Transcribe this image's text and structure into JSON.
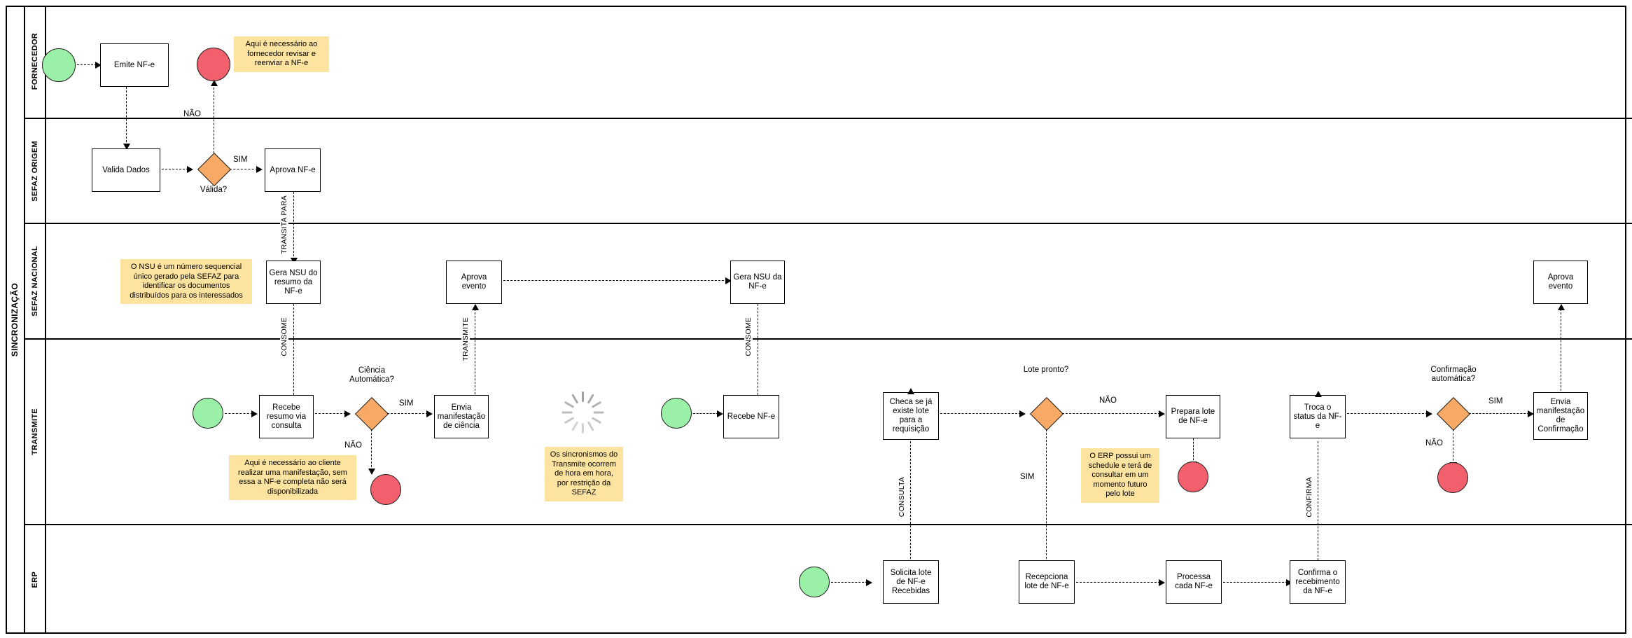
{
  "pool": {
    "label": "SINCRONIZAÇÃO"
  },
  "lanes": [
    {
      "id": "fornecedor",
      "label": "FORNECEDOR"
    },
    {
      "id": "sefaz-origem",
      "label": "SEFAZ ORIGEM"
    },
    {
      "id": "sefaz-nacional",
      "label": "SEFAZ NACIONAL"
    },
    {
      "id": "transmite",
      "label": "TRANSMITE"
    },
    {
      "id": "erp",
      "label": "ERP"
    }
  ],
  "tasks": {
    "emite_nfe": "Emite NF-e",
    "valida_dados": "Valida Dados",
    "aprova_nfe": "Aprova NF-e",
    "gera_nsu_resumo": "Gera NSU do resumo da NF-e",
    "aprova_evento_1": "Aprova evento",
    "gera_nsu_nfe": "Gera NSU da NF-e",
    "aprova_evento_2": "Aprova evento",
    "recebe_resumo": "Recebe resumo via consulta",
    "envia_manif_ciencia": "Envia manifestação de ciência",
    "recebe_nfe": "Recebe NF-e",
    "checa_lote": "Checa se já existe lote para a requisição",
    "prepara_lote": "Prepara lote de NF-e",
    "troca_status": "Troca o status da NF-e",
    "envia_manif_confirmacao": "Envia manifestação de Confirmação",
    "solicita_lote": "Solicita lote de NF-e Recebidas",
    "recepciona_lote": "Recepciona lote de NF-e",
    "processa_nfe": "Processa cada NF-e",
    "confirma_recebimento": "Confirma o recebimento da NF-e"
  },
  "gateways": {
    "valida": "Válida?",
    "ciencia_automatica": "Ciência Automática?",
    "lote_pronto": "Lote pronto?",
    "confirmacao_automatica": "Confirmação automática?"
  },
  "flow_labels": {
    "nao_1": "NÃO",
    "sim_1": "SIM",
    "transita_para": "TRANSITA PARA",
    "consome_1": "CONSOME",
    "transmite_1": "TRANSMITE",
    "consome_2": "CONSOME",
    "sim_2": "SIM",
    "nao_2": "NÃO",
    "consulta": "CONSULTA",
    "sim_3": "SIM",
    "nao_3": "NÃO",
    "confirma": "CONFIRMA",
    "sim_4": "SIM",
    "nao_4": "NÃO"
  },
  "notes": {
    "note_fornecedor": "Aqui é necessário ao fornecedor revisar e reenviar a NF-e",
    "note_nsu": "O NSU é um número sequencial único gerado pela SEFAZ para identificar os documentos distribuídos para os interessados",
    "note_cliente": "Aqui é necessário ao cliente realizar uma manifestação, sem essa a NF-e completa não será disponibilizada",
    "note_sincronismos": "Os sincronismos do Transmite ocorrem de hora em hora, por restrição da SEFAZ",
    "note_erp": "O ERP possui um schedule e terá de consultar em um momento futuro pelo lote"
  },
  "colors": {
    "start_event": "#9BF0A8",
    "end_event": "#F2606E",
    "gateway": "#F7A965",
    "note": "#FCE3A0",
    "stroke": "#000000"
  },
  "icons": {
    "spinner": "spinner-icon"
  }
}
